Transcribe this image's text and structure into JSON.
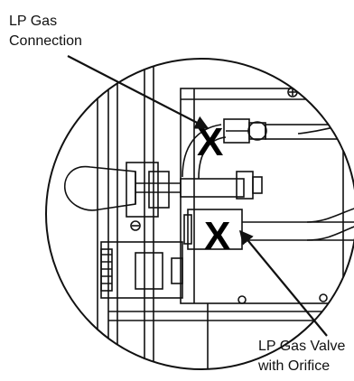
{
  "callouts": {
    "top_left": {
      "line1": "LP Gas",
      "line2": "Connection"
    },
    "bottom_right": {
      "line1": "LP Gas Valve",
      "line2": "with Orifice"
    }
  },
  "markers": {
    "upper": "X",
    "lower": "X"
  },
  "colors": {
    "ink": "#111111",
    "background": "#ffffff"
  }
}
